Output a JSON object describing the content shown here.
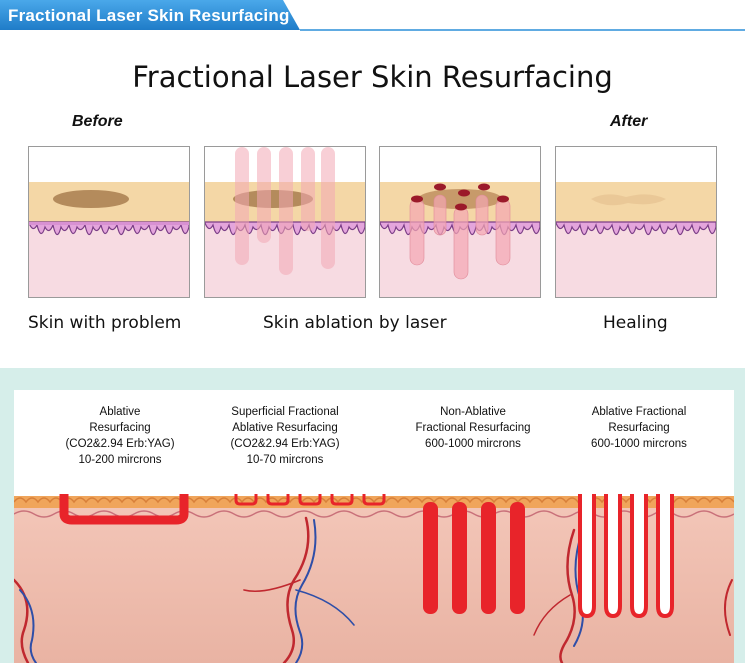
{
  "banner": {
    "title": "Fractional Laser Skin Resurfacing"
  },
  "main_title": "Fractional Laser Skin Resurfacing",
  "phases": {
    "before": "Before",
    "after": "After"
  },
  "captions": {
    "problem": "Skin with problem",
    "ablation": "Skin ablation by laser",
    "healing": "Healing"
  },
  "types": [
    {
      "lines": [
        "Ablative",
        "Resurfacing",
        "(CO2&2.94 Erb:YAG)",
        "10-200 mircrons"
      ]
    },
    {
      "lines": [
        "Superficial Fractional",
        "Ablative Resurfacing",
        "(CO2&2.94 Erb:YAG)",
        "10-70 mircrons"
      ]
    },
    {
      "lines": [
        "Non-Ablative",
        "Fractional Resurfacing",
        "600-1000 mircrons"
      ]
    },
    {
      "lines": [
        "Ablative Fractional",
        "Resurfacing",
        "600-1000 mircrons"
      ]
    }
  ],
  "colors": {
    "banner_blue": "#2c8fd8",
    "skin_top": "#f4d7a6",
    "dermis": "#f6d3dc",
    "laser": "#e8242a",
    "panel_bg": "#d6eeea"
  }
}
